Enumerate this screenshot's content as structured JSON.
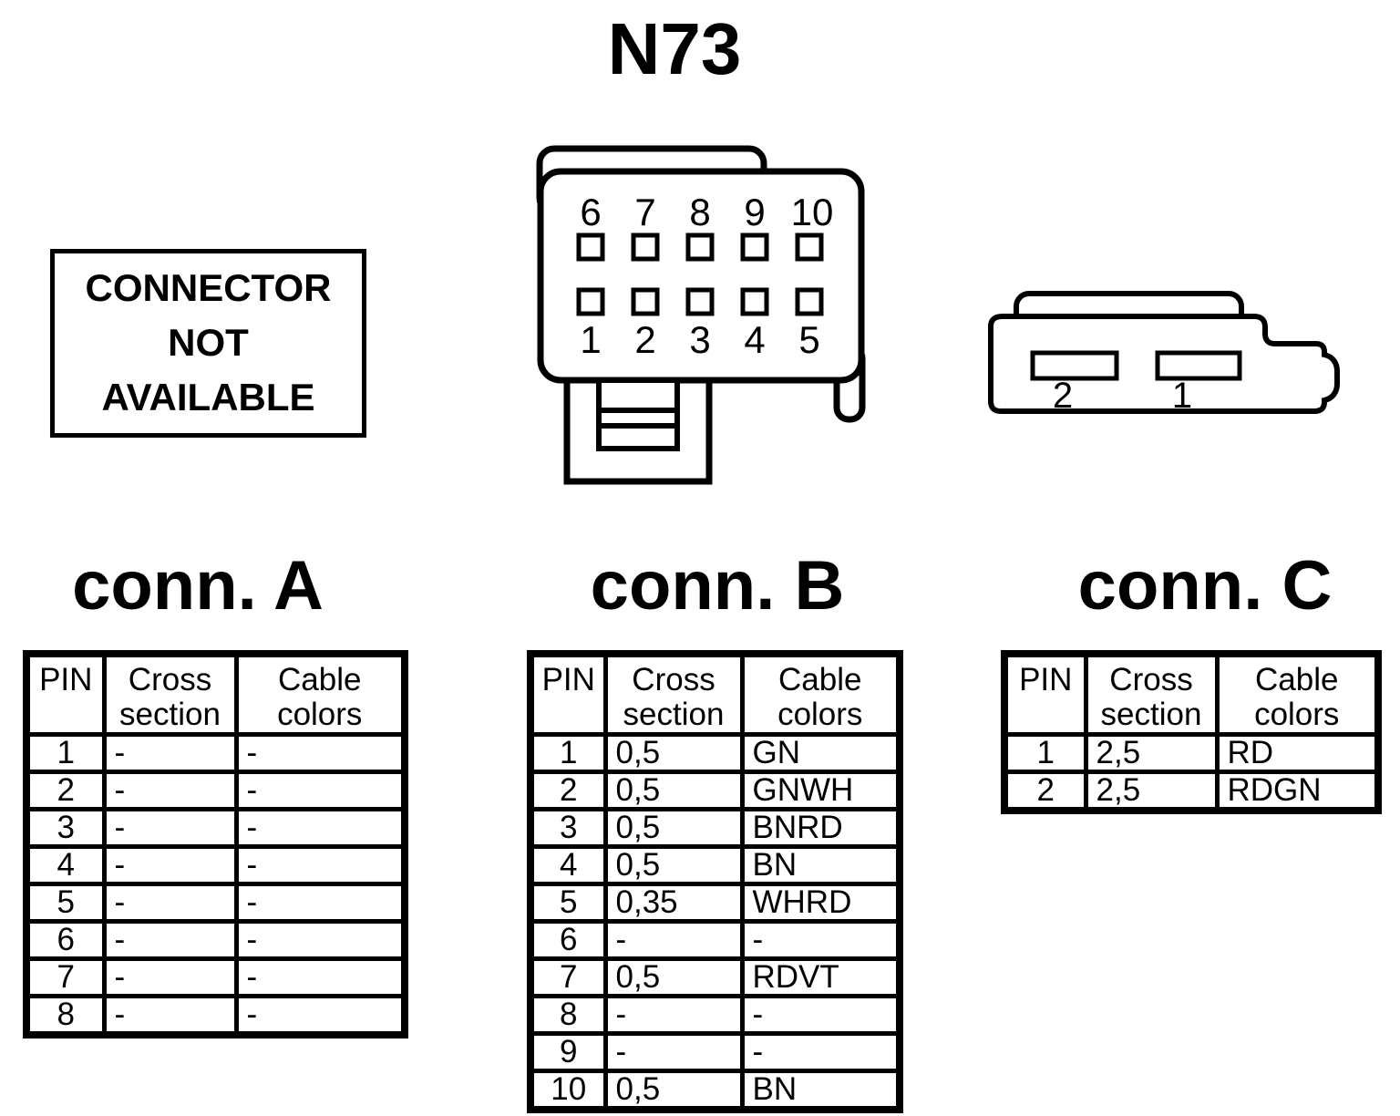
{
  "title": "N73",
  "notice": {
    "lines": [
      "CONNECTOR",
      "NOT",
      "AVAILABLE"
    ]
  },
  "connectors": {
    "b": {
      "top_pins": [
        "6",
        "7",
        "8",
        "9",
        "10"
      ],
      "bottom_pins": [
        "1",
        "2",
        "3",
        "4",
        "5"
      ]
    },
    "c": {
      "slot_labels": [
        "2",
        "1"
      ]
    }
  },
  "tables": {
    "a": {
      "heading": "conn. A",
      "headers": {
        "pin": "PIN",
        "cross": "Cross\nsection",
        "cable": "Cable\ncolors"
      },
      "rows": [
        {
          "pin": "1",
          "cross": "-",
          "cable": "-"
        },
        {
          "pin": "2",
          "cross": "-",
          "cable": "-"
        },
        {
          "pin": "3",
          "cross": "-",
          "cable": "-"
        },
        {
          "pin": "4",
          "cross": "-",
          "cable": "-"
        },
        {
          "pin": "5",
          "cross": "-",
          "cable": "-"
        },
        {
          "pin": "6",
          "cross": "-",
          "cable": "-"
        },
        {
          "pin": "7",
          "cross": "-",
          "cable": "-"
        },
        {
          "pin": "8",
          "cross": "-",
          "cable": "-"
        }
      ]
    },
    "b": {
      "heading": "conn. B",
      "headers": {
        "pin": "PIN",
        "cross": "Cross\nsection",
        "cable": "Cable\ncolors"
      },
      "rows": [
        {
          "pin": "1",
          "cross": "0,5",
          "cable": "GN"
        },
        {
          "pin": "2",
          "cross": "0,5",
          "cable": "GNWH"
        },
        {
          "pin": "3",
          "cross": "0,5",
          "cable": "BNRD"
        },
        {
          "pin": "4",
          "cross": "0,5",
          "cable": "BN"
        },
        {
          "pin": "5",
          "cross": "0,35",
          "cable": "WHRD"
        },
        {
          "pin": "6",
          "cross": "-",
          "cable": "-"
        },
        {
          "pin": "7",
          "cross": "0,5",
          "cable": "RDVT"
        },
        {
          "pin": "8",
          "cross": "-",
          "cable": "-"
        },
        {
          "pin": "9",
          "cross": "-",
          "cable": "-"
        },
        {
          "pin": "10",
          "cross": "0,5",
          "cable": "BN"
        }
      ]
    },
    "c": {
      "heading": "conn. C",
      "headers": {
        "pin": "PIN",
        "cross": "Cross\nsection",
        "cable": "Cable\ncolors"
      },
      "rows": [
        {
          "pin": "1",
          "cross": "2,5",
          "cable": "RD"
        },
        {
          "pin": "2",
          "cross": "2,5",
          "cable": "RDGN"
        }
      ]
    }
  },
  "colors": {
    "ink": "#000000",
    "background": "#ffffff"
  }
}
